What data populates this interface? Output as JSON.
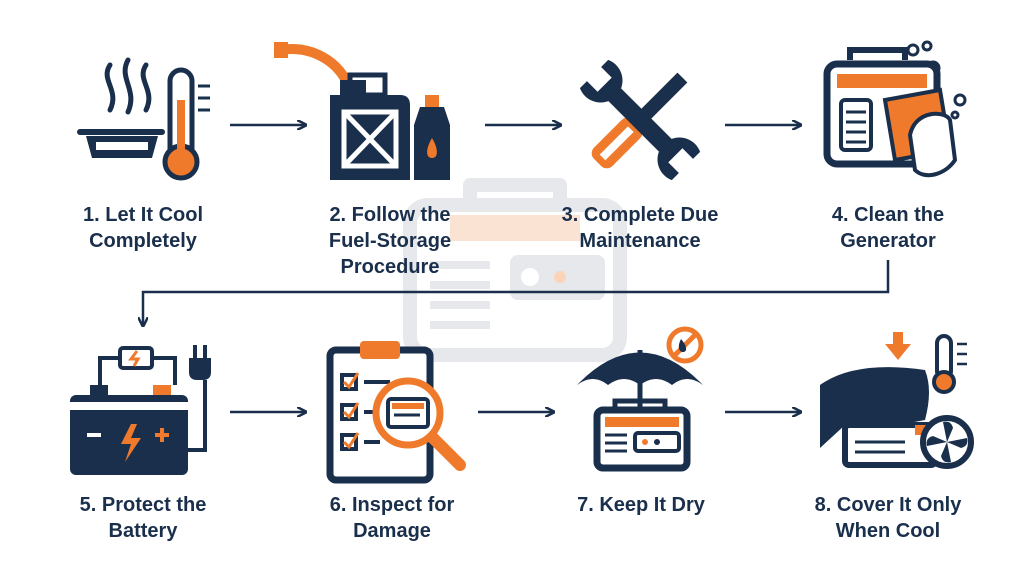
{
  "colors": {
    "navy": "#1a2f4b",
    "orange": "#f07a2c",
    "watermark": "#e6e8ec",
    "background": "#ffffff"
  },
  "steps": [
    {
      "label": "1. Let It Cool\nCompletely",
      "icon": "cooling-pan-thermometer-icon"
    },
    {
      "label": "2. Follow the\nFuel-Storage\nProcedure",
      "icon": "fuel-can-bottle-icon"
    },
    {
      "label": "3. Complete Due\nMaintenance",
      "icon": "wrench-screwdriver-icon"
    },
    {
      "label": "4. Clean the\nGenerator",
      "icon": "cleaning-generator-icon"
    },
    {
      "label": "5. Protect the\nBattery",
      "icon": "battery-charger-icon"
    },
    {
      "label": "6. Inspect for\nDamage",
      "icon": "checklist-magnifier-icon"
    },
    {
      "label": "7. Keep It Dry",
      "icon": "umbrella-generator-icon"
    },
    {
      "label": "8. Cover It Only\nWhen Cool",
      "icon": "covered-generator-icon"
    }
  ]
}
